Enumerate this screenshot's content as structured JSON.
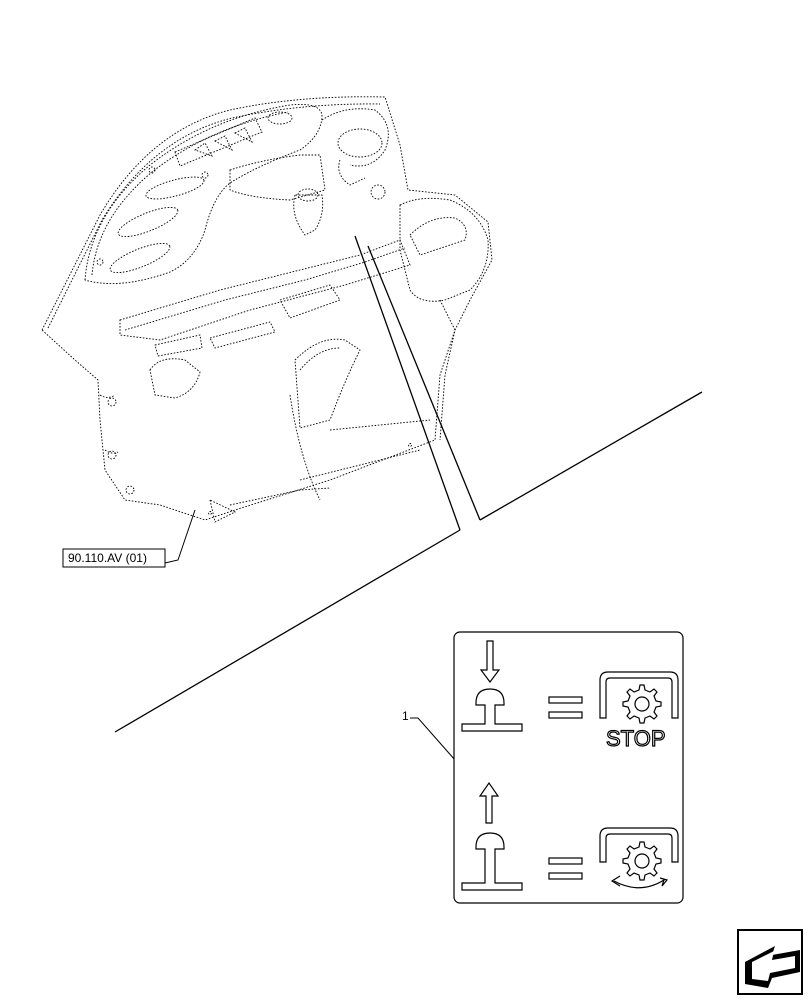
{
  "diagram": {
    "reference_label": "90.110.AV (01)",
    "callout_number": "1",
    "decal": {
      "stop_text": "STOP"
    },
    "icons": {
      "nav": "next-page-arrow-icon"
    }
  }
}
